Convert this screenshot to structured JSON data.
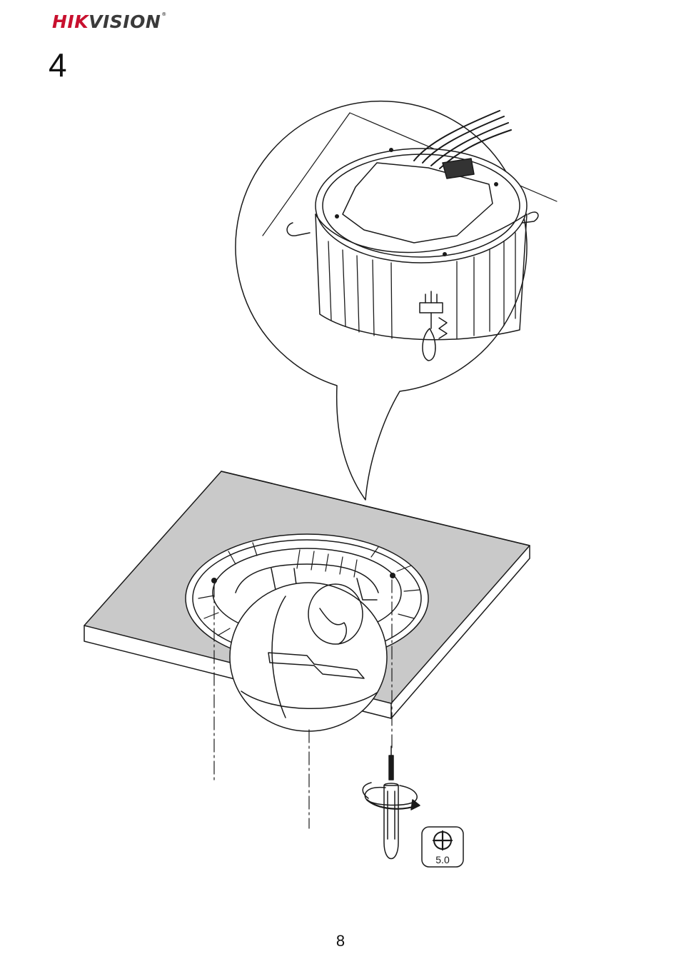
{
  "header": {
    "brand_hik": "HIK",
    "brand_vision": "VISION",
    "brand_reg": "®"
  },
  "step": {
    "number": "4"
  },
  "figure": {
    "screw_label": "5.0",
    "icons": [
      "detail-callout",
      "ceiling-panel",
      "speed-dome-camera",
      "screwdriver-icon",
      "rotation-arrow-icon",
      "phillips-screw-icon"
    ]
  },
  "footer": {
    "page_number": "8"
  }
}
